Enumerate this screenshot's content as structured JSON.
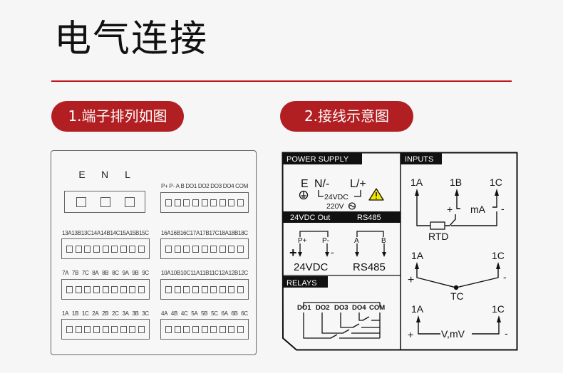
{
  "header": {
    "title": "电气连接",
    "accent_color": "#c0151c"
  },
  "sections": {
    "terminal_layout": {
      "label": "1.端子排列如图"
    },
    "wiring_diagram": {
      "label": "2.接线示意图"
    },
    "pill_color": "#b21f23"
  },
  "terminal_panel": {
    "power_labels": [
      "E",
      "N",
      "L"
    ],
    "strips": [
      {
        "name": "comm-relay",
        "labels": [
          "P+",
          "P-",
          "A",
          "B",
          "DO1",
          "DO2",
          "DO3",
          "DO4",
          "COM"
        ],
        "terminals": 9
      },
      {
        "name": "ch13-15",
        "labels": [
          "13A",
          "13B",
          "13C",
          "14A",
          "14B",
          "14C",
          "15A",
          "15B",
          "15C"
        ],
        "terminals": 9
      },
      {
        "name": "ch16-18",
        "labels": [
          "16A",
          "16B",
          "16C",
          "17A",
          "17B",
          "17C",
          "18A",
          "18B",
          "18C"
        ],
        "terminals": 9
      },
      {
        "name": "ch7-9",
        "labels": [
          "7A",
          "7B",
          "7C",
          "8A",
          "8B",
          "8C",
          "9A",
          "9B",
          "9C"
        ],
        "terminals": 9
      },
      {
        "name": "ch10-12",
        "labels": [
          "10A",
          "10B",
          "10C",
          "11A",
          "11B",
          "11C",
          "12A",
          "12B",
          "12C"
        ],
        "terminals": 9
      },
      {
        "name": "ch1-3",
        "labels": [
          "1A",
          "1B",
          "1C",
          "2A",
          "2B",
          "2C",
          "3A",
          "3B",
          "3C"
        ],
        "terminals": 9
      },
      {
        "name": "ch4-6",
        "labels": [
          "4A",
          "4B",
          "4C",
          "5A",
          "5B",
          "5C",
          "6A",
          "6B",
          "6C"
        ],
        "terminals": 9
      }
    ]
  },
  "wiring": {
    "power_supply": {
      "header": "POWER SUPPLY",
      "e": "E",
      "n": "N/-",
      "l": "L/+",
      "dc": "24VDC",
      "ac": "220V",
      "ground_icon": "ground-icon",
      "ac_icon": "ac-sine-icon",
      "warning_icon": "warning-triangle-icon",
      "warning_color": "#f2e600"
    },
    "outputs": {
      "header_left": "24VDC Out",
      "header_right": "RS485",
      "p_plus": "P+",
      "p_minus": "P-",
      "plus": "+",
      "minus": "-",
      "dc_label": "24VDC",
      "a": "A",
      "b": "B",
      "rs485_label": "RS485"
    },
    "relays": {
      "header": "RELAYS",
      "terminals": [
        "DO1",
        "DO2",
        "DO3",
        "DO4",
        "COM"
      ]
    },
    "inputs": {
      "header": "INPUTS",
      "rtd_ma": {
        "t1": "1A",
        "t2": "1B",
        "t3": "1C",
        "plus": "+",
        "ma": "mA",
        "minus": "-",
        "rtd": "RTD"
      },
      "tc": {
        "t1": "1A",
        "t3": "1C",
        "plus": "+",
        "minus": "-",
        "label": "TC"
      },
      "voltage": {
        "t1": "1A",
        "t3": "1C",
        "plus": "+",
        "minus": "-",
        "label": "V,mV"
      }
    }
  }
}
